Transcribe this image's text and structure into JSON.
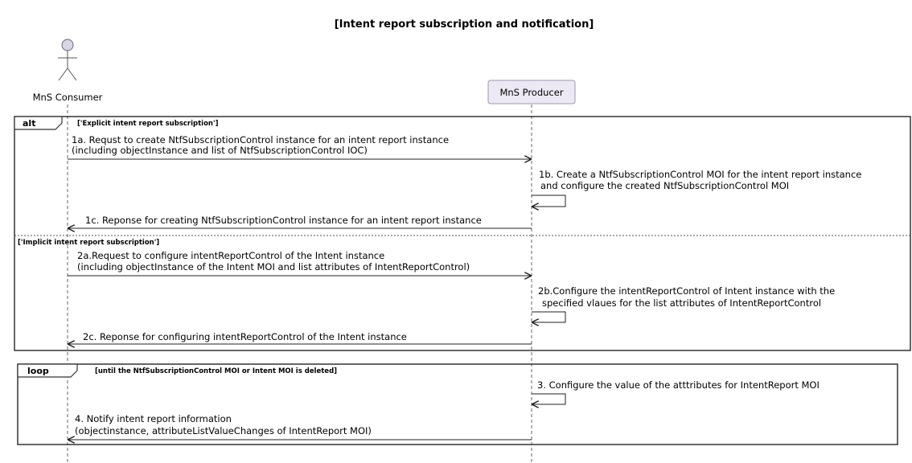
{
  "diagram": {
    "title": "[Intent report subscription and notification]",
    "participants": {
      "consumer": "MnS Consumer",
      "producer": "MnS Producer"
    },
    "alt": {
      "keyword": "alt",
      "guard1": "['Explicit intent report subscription']",
      "guard2": "['Implicit intent report subscription']",
      "msg1a_line1": "1a. Requst to create NtfSubscriptionControl instance for an intent report instance",
      "msg1a_line2": "(including objectInstance and list of NtfSubscriptionControl IOC)",
      "msg1b_line1": "1b. Create a NtfSubscriptionControl MOI for the intent report instance",
      "msg1b_line2": "and configure the created NtfSubscriptionControl MOI",
      "msg1c": "1c. Reponse for creating NtfSubscriptionControl instance for an intent report instance",
      "msg2a_line1": "2a.Request to configure intentReportControl of the Intent instance",
      "msg2a_line2": "(including objectInstance of the Intent MOI and list attributes of IntentReportControl)",
      "msg2b_line1": "2b.Configure the intentReportControl of Intent instance with the",
      "msg2b_line2": "specified vlaues for the list attributes of IntentReportControl",
      "msg2c": "2c. Reponse for configuring intentReportControl of the Intent instance"
    },
    "loop": {
      "keyword": "loop",
      "guard": "[until the NtfSubscriptionControl MOI or Intent MOI is deleted]",
      "msg3": "3. Configure the value of the atttributes for IntentReport MOI",
      "msg4_line1": "4. Notify intent report information",
      "msg4_line2": "(objectinstance, attributeListValueChanges of IntentReport MOI)"
    }
  }
}
